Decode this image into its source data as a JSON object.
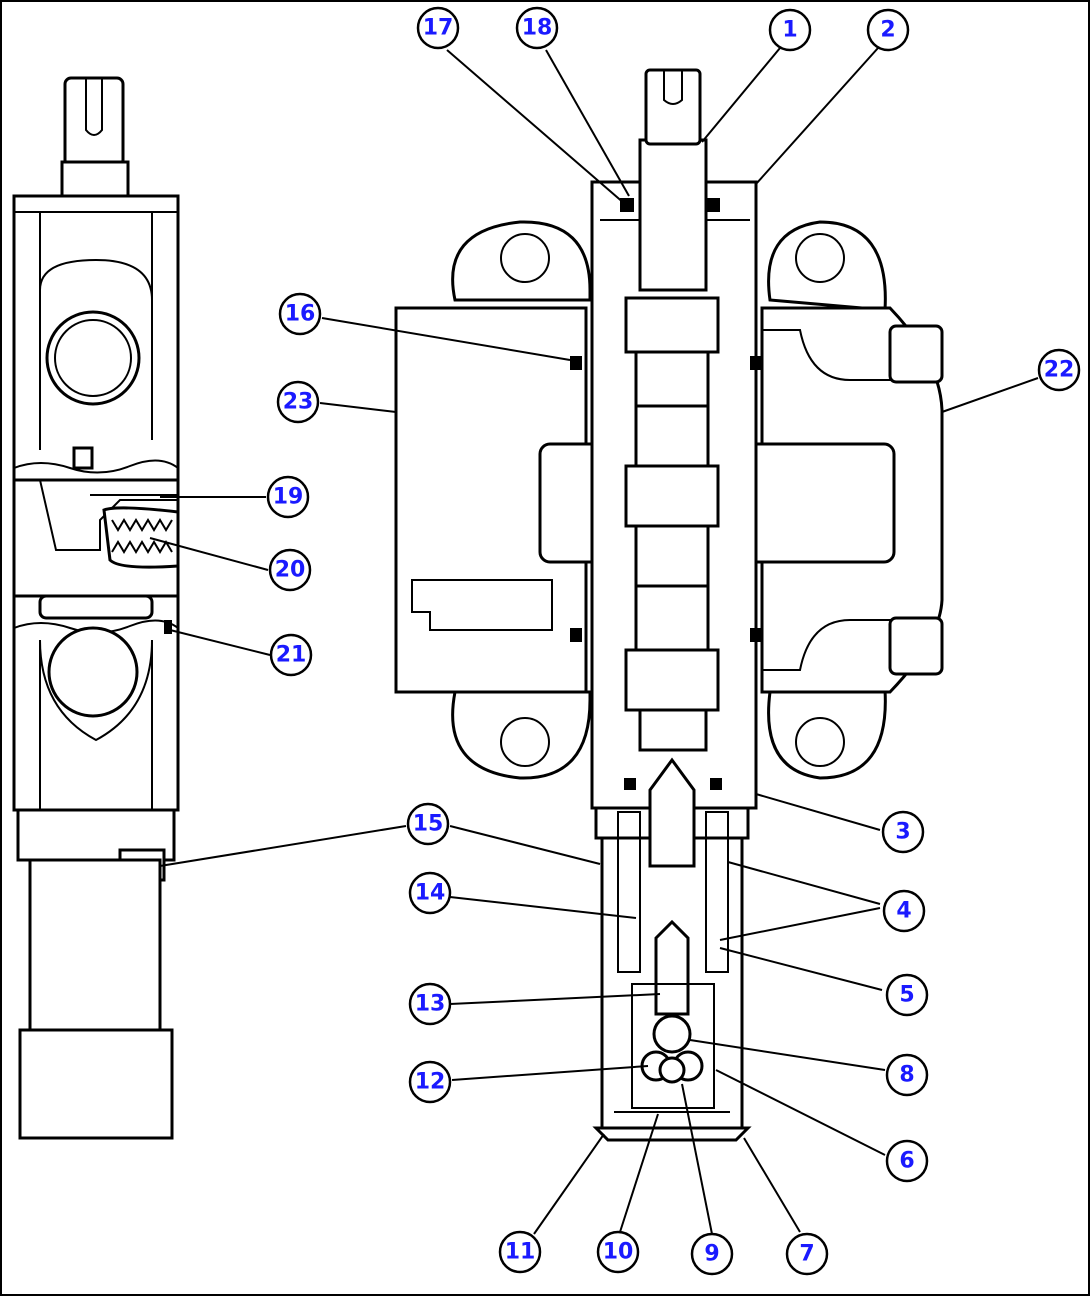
{
  "figure": {
    "callouts": [
      "1",
      "2",
      "3",
      "4",
      "5",
      "6",
      "7",
      "8",
      "9",
      "10",
      "11",
      "12",
      "13",
      "14",
      "15",
      "16",
      "17",
      "18",
      "19",
      "20",
      "21",
      "22",
      "23"
    ]
  }
}
